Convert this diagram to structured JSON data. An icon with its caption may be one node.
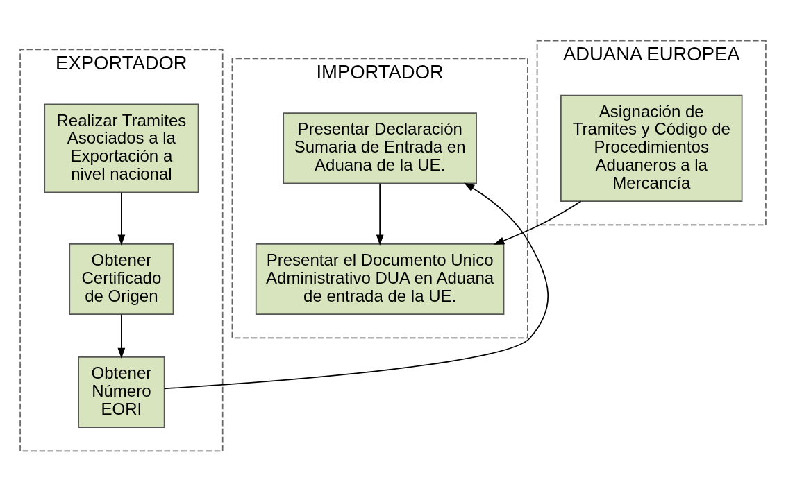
{
  "diagram": {
    "nodes": [
      {
        "text": [
          "EXPORTADOR"
        ]
      },
      {
        "text": [
          "Realizar Tramites Asociados a la Exportación a nivel nacional"
        ],
        "in": 0
      },
      {
        "text": [
          "Obtener Certificado de Origen"
        ],
        "in": 0
      },
      {
        "text": [
          "Obtener Número EORI"
        ],
        "in": 0
      },
      {
        "text": [
          "IMPORTADOR"
        ]
      },
      {
        "text": [
          "Presentar Declaración Sumaria de Entrada en Aduana de la UE."
        ],
        "in": 4
      },
      {
        "text": [
          "Presentar el Documento Unico Administrativo DUA en Aduana de entrada de la UE."
        ],
        "in": 4
      },
      {
        "text": [
          "ADUANA EUROPEA"
        ]
      },
      {
        "text": [
          "Asignación de Tramites y Código de Procedimientos Aduaneros a la Mercancía"
        ],
        "in": 7
      }
    ],
    "edges": [
      {
        "from": 1,
        "to": 2,
        "arrow": "to"
      },
      {
        "from": 2,
        "to": 3,
        "arrow": "to"
      },
      {
        "from": 3,
        "to": 5,
        "arrow": "to"
      },
      {
        "from": 5,
        "to": 6,
        "arrow": "to"
      },
      {
        "from": 8,
        "to": 6,
        "arrow": "to"
      }
    ]
  }
}
